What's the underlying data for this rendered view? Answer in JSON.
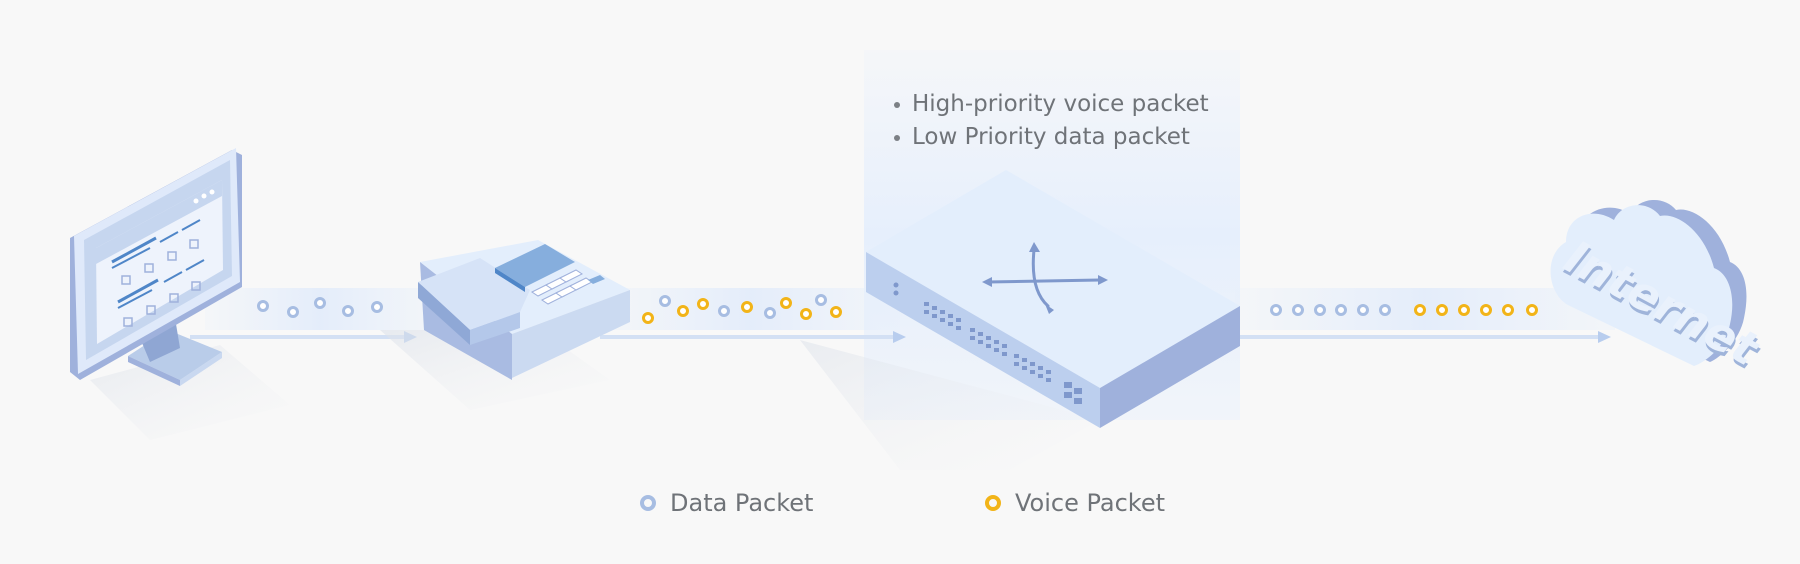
{
  "callout": {
    "lines": [
      "High-priority voice packet",
      "Low Priority data packet"
    ]
  },
  "legend": {
    "data_label": "Data Packet",
    "voice_label": "Voice Packet"
  },
  "cloud": {
    "label": "Internet"
  },
  "colors": {
    "data_packet": "#a7bde2",
    "voice_packet": "#f2b418",
    "device_light": "#e3eefc",
    "device_mid": "#bcd0ee",
    "device_dark": "#9fb1dc",
    "accent_blue": "#6a94cf",
    "text": "#6f7378"
  },
  "icons": [
    "monitor-icon",
    "desk-phone-icon",
    "network-switch-icon",
    "internet-cloud-icon"
  ]
}
